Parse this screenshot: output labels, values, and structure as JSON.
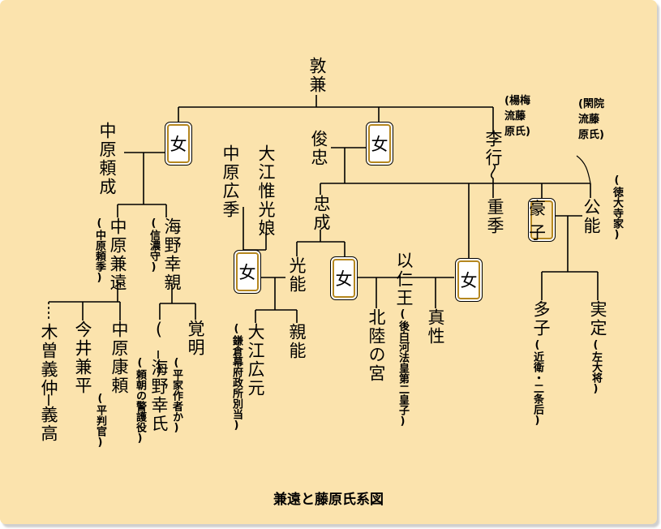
{
  "names": {
    "tokukane": "敦兼",
    "nakahara_yorinari": "中原頼成",
    "nakahara_kanetoo": "中原兼遠",
    "nakahara_yorinari_note": "(中原頼季)",
    "unno_yukichika": "海野幸親",
    "shinano_no_kami": "(信濃守)",
    "kiso_yoshinaka": "木曽義仲",
    "yoshitaka": "義高",
    "imai_kanehira": "今井兼平",
    "nakahara_yasuyori": "中原康頼",
    "heihangan": "(平判官)",
    "paren": "(　)",
    "unno_yukiuji": "海野幸氏",
    "yoritomo_bodyguard": "(頼朝の警護役)",
    "kakumyo": "覚明",
    "heike_author": "(平家作者か)",
    "nakahara_hirosue": "中原広季",
    "oe_koremitsu_daughter": "大江惟光娘",
    "toshitada": "俊忠",
    "tadanari": "忠成",
    "mitsuyoshi": "光能",
    "oe_hiromoto": "大江広元",
    "kamakura_bakufu": "(鎌倉幕府政所別当)",
    "chikayoshi": "親能",
    "mochihito": "以仁王",
    "goshirakawa_prince": "(後白河法皇第二皇子)",
    "hokuriku_no_miya": "北陸の宮",
    "shinsho": "真性",
    "suenari": "李行",
    "yanagiume": "(楊梅流藤原氏)",
    "shigesue": "重季",
    "kanin": "(閑院流藤原氏)",
    "tokudaiji": "(徳大寺家)",
    "kinyoshi": "公能",
    "takako": "多子",
    "konoe_nijo": "(近衛・二条后)",
    "sanesada": "実定",
    "sadaijin": "(左大将)"
  },
  "boxes": {
    "onna": "女",
    "goshi": "豪子"
  },
  "caption": "兼遠と藤原氏系図"
}
